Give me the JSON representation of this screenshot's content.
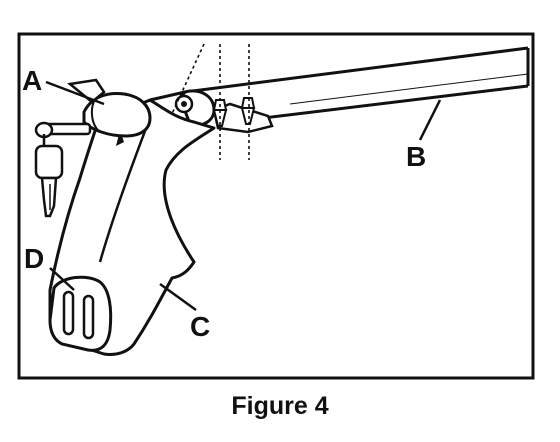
{
  "figure": {
    "caption": "Figure 4",
    "callouts": {
      "a": "A",
      "b": "B",
      "c": "C",
      "d": "D"
    }
  }
}
